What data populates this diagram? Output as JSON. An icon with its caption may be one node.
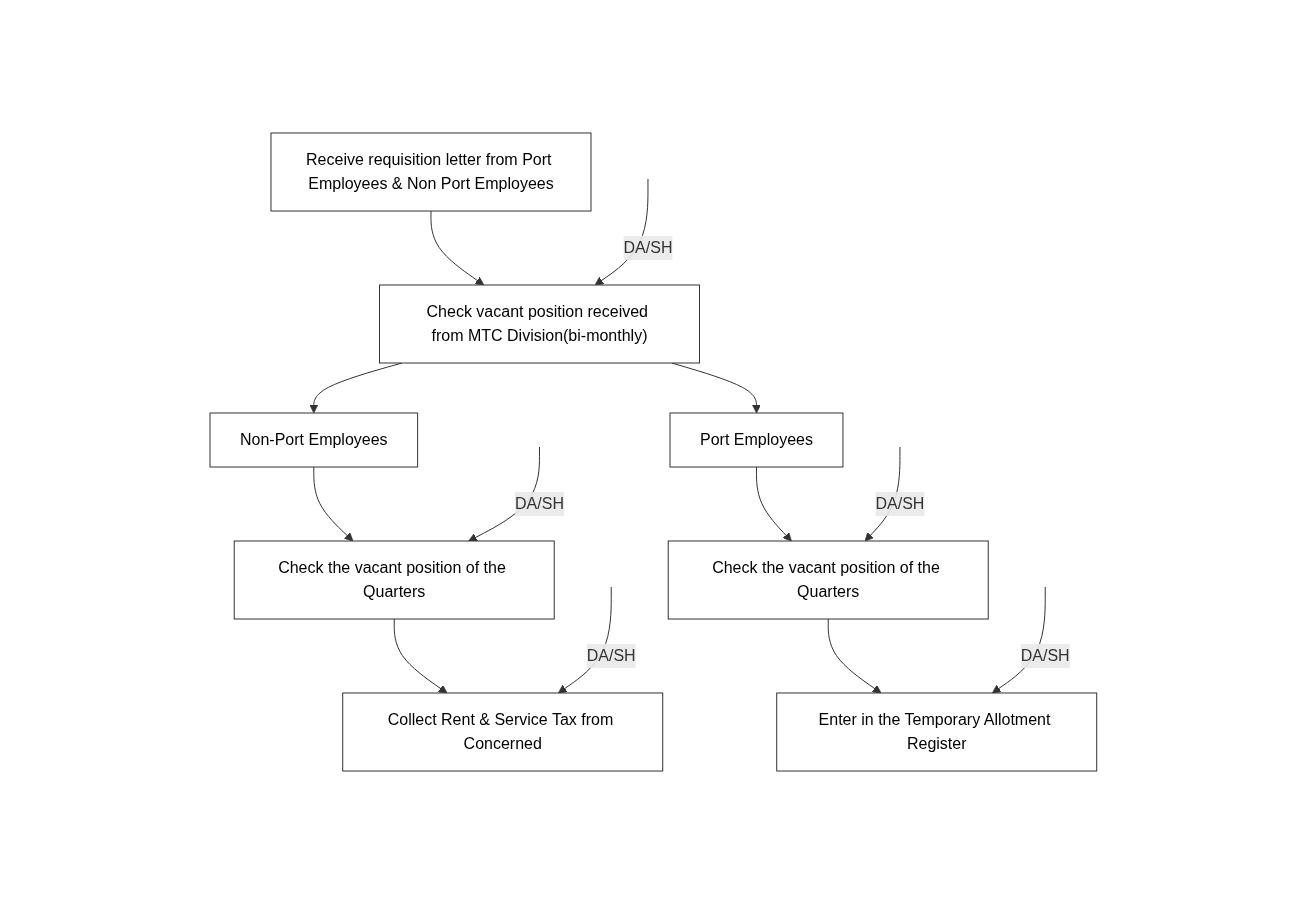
{
  "diagram": {
    "nodes": [
      {
        "text": [
          "Receive requisition letter from Port Employees & Non Port Employees"
        ]
      },
      {
        "text": [
          "Check vacant position received from MTC Division(bi-monthly)"
        ]
      },
      {
        "text": [
          "Non-Port Employees"
        ]
      },
      {
        "text": [
          "Port Employees"
        ]
      },
      {
        "text": [
          "Check the vacant position of the Quarters"
        ]
      },
      {
        "text": [
          "Check the vacant position of the Quarters"
        ]
      },
      {
        "text": [
          "Collect Rent & Service Tax from Concerned"
        ]
      },
      {
        "text": [
          "Enter in the Temporary Allotment Register"
        ]
      }
    ],
    "edges": [
      {
        "from": 0,
        "to": 1,
        "arrow": "to"
      },
      {
        "from": null,
        "to": 1,
        "arrow": "to",
        "label": "DA/SH"
      },
      {
        "from": 1,
        "to": 2,
        "arrow": "to"
      },
      {
        "from": 1,
        "to": 3,
        "arrow": "to"
      },
      {
        "from": 2,
        "to": 4,
        "arrow": "to"
      },
      {
        "from": 3,
        "to": 5,
        "arrow": "to"
      },
      {
        "from": null,
        "to": 4,
        "arrow": "to",
        "label": "DA/SH"
      },
      {
        "from": null,
        "to": 5,
        "arrow": "to",
        "label": "DA/SH"
      },
      {
        "from": 4,
        "to": 6,
        "arrow": "to"
      },
      {
        "from": 5,
        "to": 7,
        "arrow": "to"
      },
      {
        "from": null,
        "to": 6,
        "arrow": "to",
        "label": "DA/SH"
      },
      {
        "from": null,
        "to": 7,
        "arrow": "to",
        "label": "DA/SH"
      }
    ]
  }
}
